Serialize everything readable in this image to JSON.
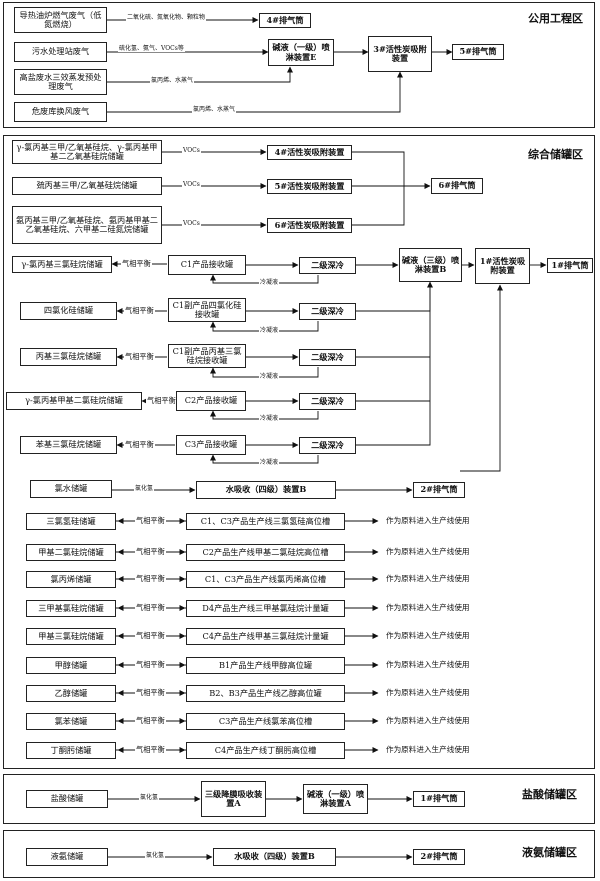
{
  "sections": {
    "public": "公用工程区",
    "storage": "综合储罐区",
    "hcl": "盐酸储罐区",
    "ammonia": "液氨储罐区"
  },
  "public": {
    "src1": "导热油炉燃气废气（低氮燃烧）",
    "src2": "污水处理站废气",
    "src3": "高盐废水三效蒸发预处理废气",
    "src4": "危废库换风废气",
    "lbl1": "二氧化硫、氮氧化物、颗粒物",
    "lbl2": "硫化氢、氨气、VOCs等",
    "lbl3": "氯丙烯、水蒸气",
    "lbl4": "氯丙烯、水蒸气",
    "stack4": "4#排气筒",
    "scrubber_e": "碱液（一级）喷淋装置E",
    "carbon3": "3#活性炭吸附装置",
    "stack5": "5#排气筒"
  },
  "storage": {
    "t1": "γ-氯丙基三甲/乙氧基硅烷、γ-氯丙基甲基二乙氧基硅烷储罐",
    "t2": "巯丙基三甲/乙氧基硅烷储罐",
    "t3": "氨丙基三甲/乙氧基硅烷、氨丙基甲基二乙氧基硅烷、六甲基二硅氮烷储罐",
    "voc1": "VOCs",
    "voc2": "VOCs",
    "voc3": "VOCs",
    "carbon4": "4#活性炭吸附装置",
    "carbon5": "5#活性炭吸附装置",
    "carbon6": "6#活性炭吸附装置",
    "stack6": "6#排气筒",
    "g1": "γ-氯丙基三氯硅烷储罐",
    "g2": "四氯化硅储罐",
    "g3": "丙基三氯硅烷储罐",
    "g4": "γ-氯丙基甲基二氯硅烷储罐",
    "g5": "苯基三氯硅烷储罐",
    "r1": "C1产品接收罐",
    "r2": "C1副产品四氯化硅接收罐",
    "r3": "C1副产品丙基三氯硅烷接收罐",
    "r4": "C2产品接收罐",
    "r5": "C3产品接收罐",
    "cold": "二级深冷",
    "balance": "气相平衡",
    "condensate": "冷凝液",
    "scrubber_b": "碱液（三级）喷淋装置B",
    "carbon1": "1#活性炭吸附装置",
    "stack1": "1#排气筒",
    "chlorine_tank": "氯水储罐",
    "hcl_gas": "氯化氢",
    "water_b": "水吸收（四级）装置B",
    "stack2": "2#排气筒",
    "feed_tanks": [
      "三氯氢硅储罐",
      "甲基二氯硅烷储罐",
      "氯丙烯储罐",
      "三甲基氯硅烷储罐",
      "甲基三氯硅烷储罐",
      "甲醇储罐",
      "乙醇储罐",
      "氯苯储罐",
      "丁酮肟储罐"
    ],
    "feed_targets": [
      "C1、C3产品生产线三氯氢硅高位槽",
      "C2产品生产线甲基二氯硅烷高位槽",
      "C1、C3产品生产线氯丙烯高位槽",
      "D4产品生产线三甲基氯硅烷计量罐",
      "C4产品生产线甲基三氯硅烷计量罐",
      "B1产品生产线甲醇高位罐",
      "B2、B3产品生产线乙醇高位罐",
      "C3产品生产线氯苯高位槽",
      "C4产品生产线丁酮肟高位槽"
    ],
    "feed_note": "作为原料进入生产线使用"
  },
  "hcl_area": {
    "tank": "盐酸储罐",
    "gas": "氯化氢",
    "water_a": "三级降膜吸收装置A",
    "scrubber_a": "碱液（一级）喷淋装置A",
    "stack": "1#排气筒"
  },
  "ammonia_area": {
    "tank": "液氨储罐",
    "gas": "氯化氢",
    "water_b": "水吸收（四级）装置B",
    "stack": "2#排气筒"
  }
}
